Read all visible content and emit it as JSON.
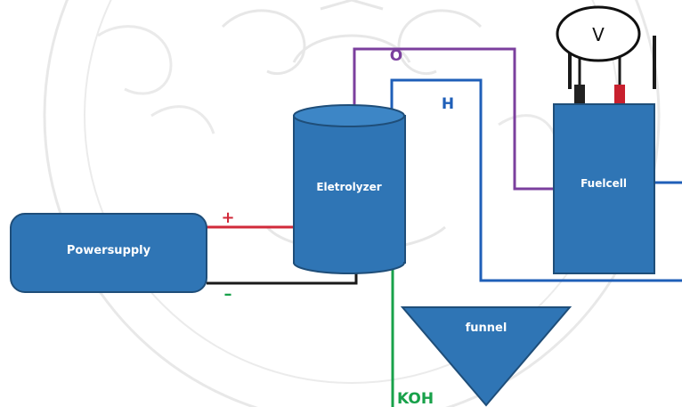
{
  "diagram": {
    "components": {
      "powersupply": "Powersupply",
      "electrolyzer": "Eletrolyzer",
      "fuelcell": "Fuelcell",
      "funnel": "funnel",
      "voltmeter": "V"
    },
    "wire_labels": {
      "oxygen": "O",
      "hydrogen": "H",
      "koh": "KOH",
      "plus": "+",
      "minus": "–"
    },
    "colors": {
      "component_fill": "#2f75b5",
      "component_stroke": "#1f4e79",
      "oxygen_line": "#7b3f9e",
      "hydrogen_line": "#1f5fb8",
      "positive_line": "#d12a3a",
      "negative_line": "#1a1a1a",
      "koh_line": "#18a14a",
      "watermark": "#c9c9c9"
    }
  }
}
